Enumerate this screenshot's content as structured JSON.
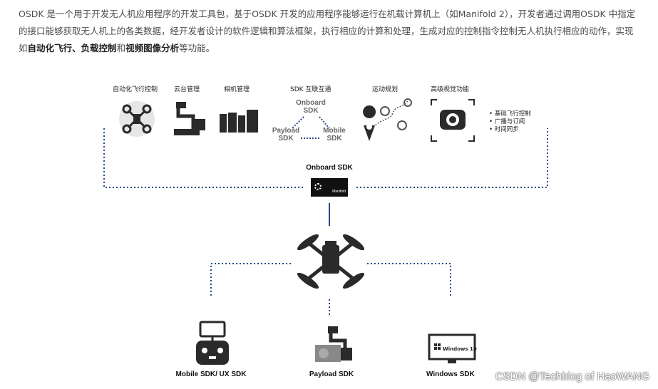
{
  "intro": {
    "part1": "OSDK 是一个用于开发无人机应用程序的开发工具包，基于OSDK 开发的应用程序能够运行在机载计算机上（如Manifold 2），开发者通过调用OSDK 中指定的接口能够获取无人机上的各类数据，经开发者设计的软件逻辑和算法框架，执行相应的计算和处理，生成对应的控制指令控制无人机执行相应的动作，实现如",
    "bold1": "自动化飞行",
    "sep1": "、",
    "bold2": "负载控制",
    "and": "和",
    "bold3": "视频图像分析",
    "part2": "等功能。"
  },
  "features": {
    "auto_flight": "自动化飞行控制",
    "gimbal": "云台管理",
    "camera": "相机管理",
    "sdk_interconnect": "SDK 互联互通",
    "motion_planning": "运动规划",
    "advanced_vision": "高级视觉功能"
  },
  "interconnect": {
    "onboard": "Onboard\nSDK",
    "payload": "Payload\nSDK",
    "mobile": "Mobile\nSDK"
  },
  "bullets": [
    "基础飞行控制",
    "广播与订阅",
    "时间同步"
  ],
  "onboard_label": "Onboard SDK",
  "manifold_label": "Manifold",
  "bottom": {
    "mobile": "Mobile SDK/ UX SDK",
    "payload": "Payload SDK",
    "windows": "Windows SDK",
    "windows_screen": "Windows 10"
  },
  "watermark": "CSDN @Techblog of HaoWANG",
  "colors": {
    "connector": "#2b4a8b",
    "icon_dark": "#2a2a2a",
    "icon_gray": "#777777"
  }
}
